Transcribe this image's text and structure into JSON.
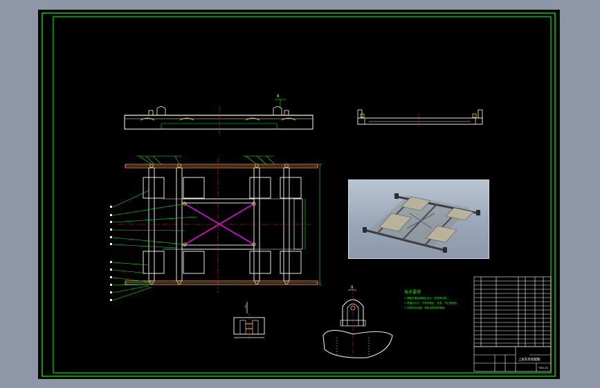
{
  "drawing": {
    "background": "#000000",
    "frame_color": "#00e000",
    "line_color": "#ffffff",
    "dim_color": "#00ff00",
    "center_color": "#ff2020",
    "part_color": "#ffd000",
    "hatch_color": "#ff00ff",
    "page_bg": "#8d97a8"
  },
  "views": {
    "detail_ii_label": "II",
    "section_i_label": "I",
    "detail_ii_label_2": "II"
  },
  "notes": {
    "title": "技术要求",
    "lines": [
      "1. 焊接前清除焊缝处油污、铁锈等杂质。",
      "2. 焊缝应均匀，不得有裂纹、夹渣、气孔等缺陷。",
      "3. 涂漆前应除锈，表面涂防锈漆两遍。"
    ]
  },
  "title_block": {
    "drawing_title": "上层车架装配图",
    "code": "YDC-01"
  },
  "render": {
    "label": "3d-render-preview"
  }
}
